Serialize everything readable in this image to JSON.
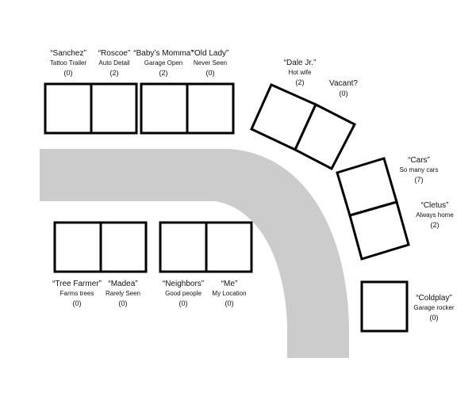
{
  "houses": [
    {
      "id": "sanchez",
      "name": "“Sanchez”",
      "desc": "Tattoo Trailer",
      "count": "(0)"
    },
    {
      "id": "roscoe",
      "name": "“Roscoe”",
      "desc": "Auto Detail",
      "count": "(2)"
    },
    {
      "id": "babys-momma",
      "name": "“Baby’s Momma”",
      "desc": "Garage Open",
      "count": "(2)"
    },
    {
      "id": "old-lady",
      "name": "“Old Lady”",
      "desc": "Never Seen",
      "count": "(0)"
    },
    {
      "id": "dale-jr",
      "name": "“Dale Jr.”",
      "desc": "Hot wife",
      "count": "(2)"
    },
    {
      "id": "vacant",
      "name": "Vacant?",
      "desc": "",
      "count": "(0)"
    },
    {
      "id": "cars",
      "name": "“Cars”",
      "desc": "So many cars",
      "count": "(7)"
    },
    {
      "id": "cletus",
      "name": "“Cletus”",
      "desc": "Always home",
      "count": "(2)"
    },
    {
      "id": "coldplay",
      "name": "“Coldplay”",
      "desc": "Garage rocker",
      "count": "(0)"
    },
    {
      "id": "tree-farmer",
      "name": "“Tree Farmer”",
      "desc": "Farms trees",
      "count": "(0)"
    },
    {
      "id": "madea",
      "name": "“Madea”",
      "desc": "Rarely Seen",
      "count": "(0)"
    },
    {
      "id": "neighbors",
      "name": "“Neighbors”",
      "desc": "Good people",
      "count": "(0)"
    },
    {
      "id": "me",
      "name": "“Me”",
      "desc": "My Location",
      "count": "(0)"
    }
  ],
  "colors": {
    "road": "#cccccc",
    "lot_stroke": "#000000",
    "background": "#ffffff"
  }
}
